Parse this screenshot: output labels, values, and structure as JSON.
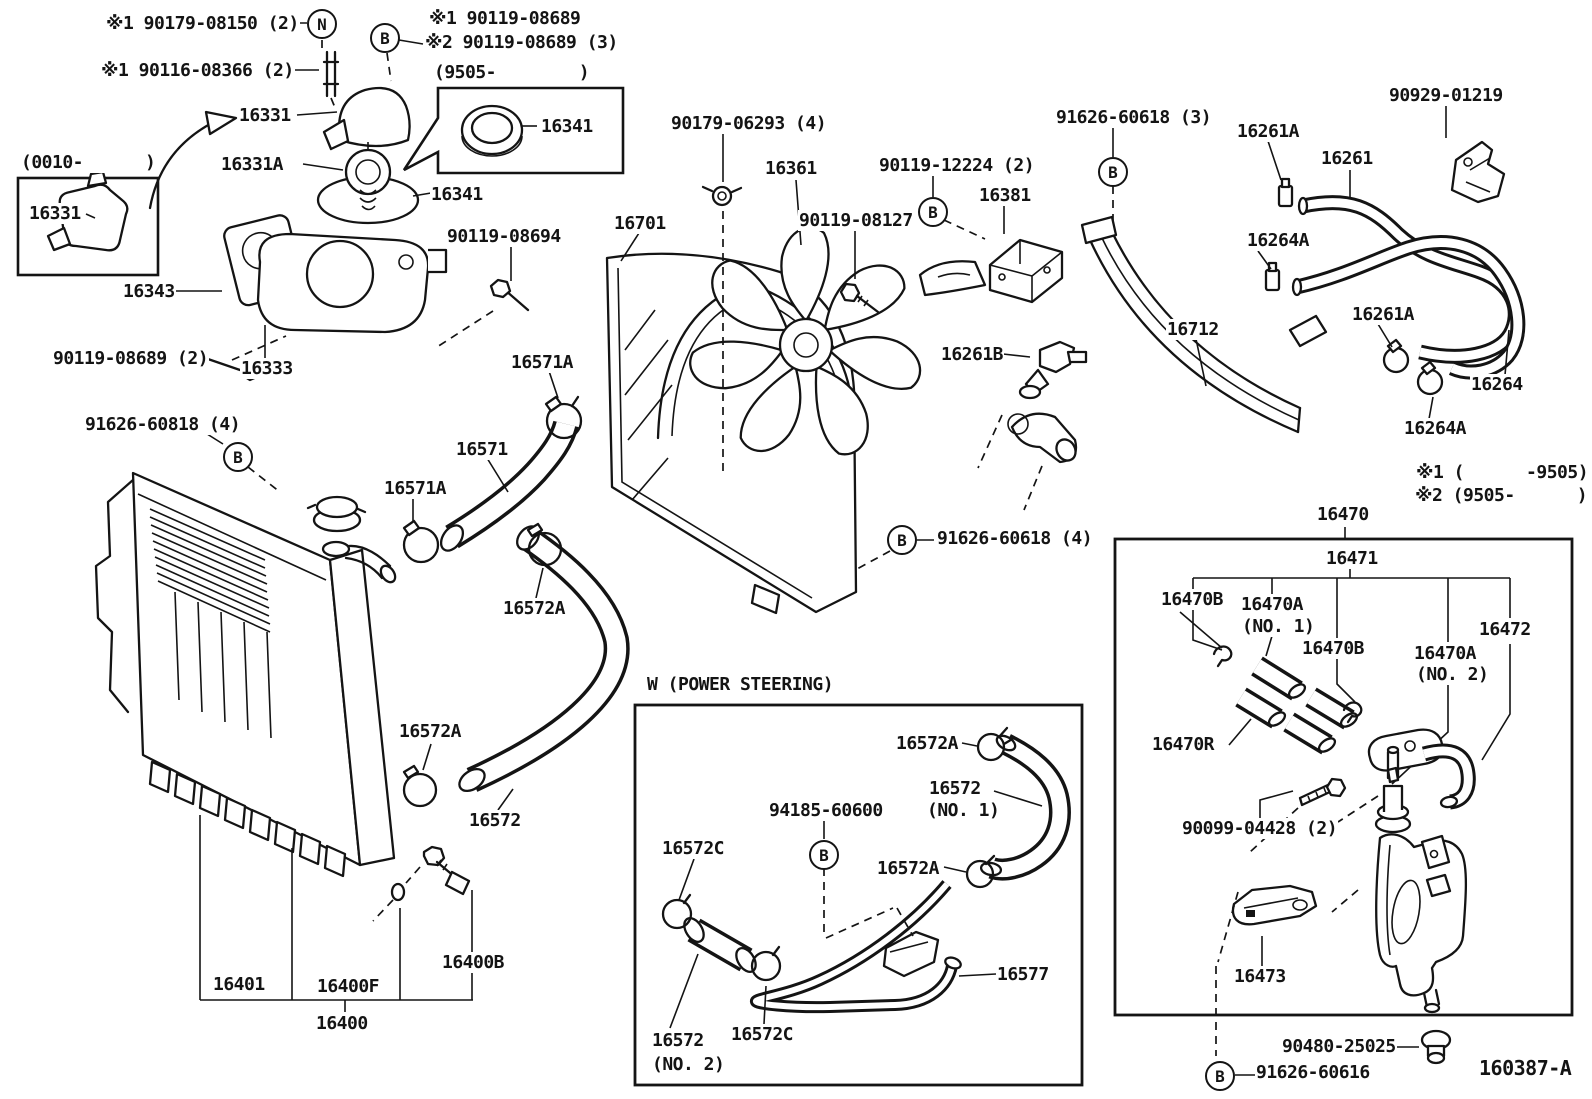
{
  "diagram": {
    "code": "160387-A",
    "callouts": {
      "n": "N",
      "b": "B"
    },
    "captions": {
      "inset_0010": "(0010-      )",
      "inset_9505": "(9505-        )",
      "power_steering": "W (POWER STEERING)",
      "note_1": "※1 (      -9505)",
      "note_2": "※2 (9505-      )"
    },
    "labels": {
      "a_90179_08150": "※1 90179-08150 (2)",
      "a_90119_08689_1": "※1 90119-08689",
      "a_90119_08689_2": "※2 90119-08689 (3)",
      "a_90116_08366": "※1 90116-08366 (2)",
      "p16341_inset": "16341",
      "p16331": "16331",
      "p16331a": "16331A",
      "p16341": "16341",
      "p16331_inset": "16331",
      "p16343": "16343",
      "a_90119_08694": "90119-08694",
      "a_90119_08689_3": "90119-08689 (2)",
      "p16333": "16333",
      "a_91626_60818": "91626-60818 (4)",
      "p16571a_1": "16571A",
      "p16571": "16571",
      "p16571a_2": "16571A",
      "p16572a_1": "16572A",
      "p16572a_2": "16572A",
      "p16572_main": "16572",
      "p16401": "16401",
      "p16400f": "16400F",
      "p16400b": "16400B",
      "p16400": "16400",
      "p16701": "16701",
      "a_90179_06293": "90179-06293 (4)",
      "p16361": "16361",
      "a_90119_08127": "90119-08127",
      "a_90119_12224": "90119-12224 (2)",
      "p16381": "16381",
      "p16261b": "16261B",
      "a_91626_60618_4": "91626-60618 (4)",
      "a_91626_60618_3": "91626-60618 (3)",
      "p16261a_1": "16261A",
      "p16261": "16261",
      "a_90929_01219": "90929-01219",
      "p16264a_1": "16264A",
      "p16261a_2": "16261A",
      "p16712": "16712",
      "p16264": "16264",
      "p16264a_2": "16264A",
      "p16470": "16470",
      "p16471": "16471",
      "p16470b_1": "16470B",
      "p16470a_1": "16470A",
      "p16470a_1b": "(NO. 1)",
      "p16470b_2": "16470B",
      "p16470a_2": "16470A",
      "p16470a_2b": "(NO. 2)",
      "p16472": "16472",
      "p16470r": "16470R",
      "a_90099_04428": "90099-04428 (2)",
      "p16473": "16473",
      "a_90480_25025": "90480-25025",
      "a_91626_60616": "91626-60616",
      "ps16572a_1": "16572A",
      "ps16572_1": "16572",
      "ps16572_1b": "(NO. 1)",
      "a_94185_60600": "94185-60600",
      "ps16572c_1": "16572C",
      "ps16572a_2": "16572A",
      "ps16572_2": "16572",
      "ps16572_2b": "(NO. 2)",
      "ps16572c_2": "16572C",
      "ps16577": "16577"
    }
  }
}
